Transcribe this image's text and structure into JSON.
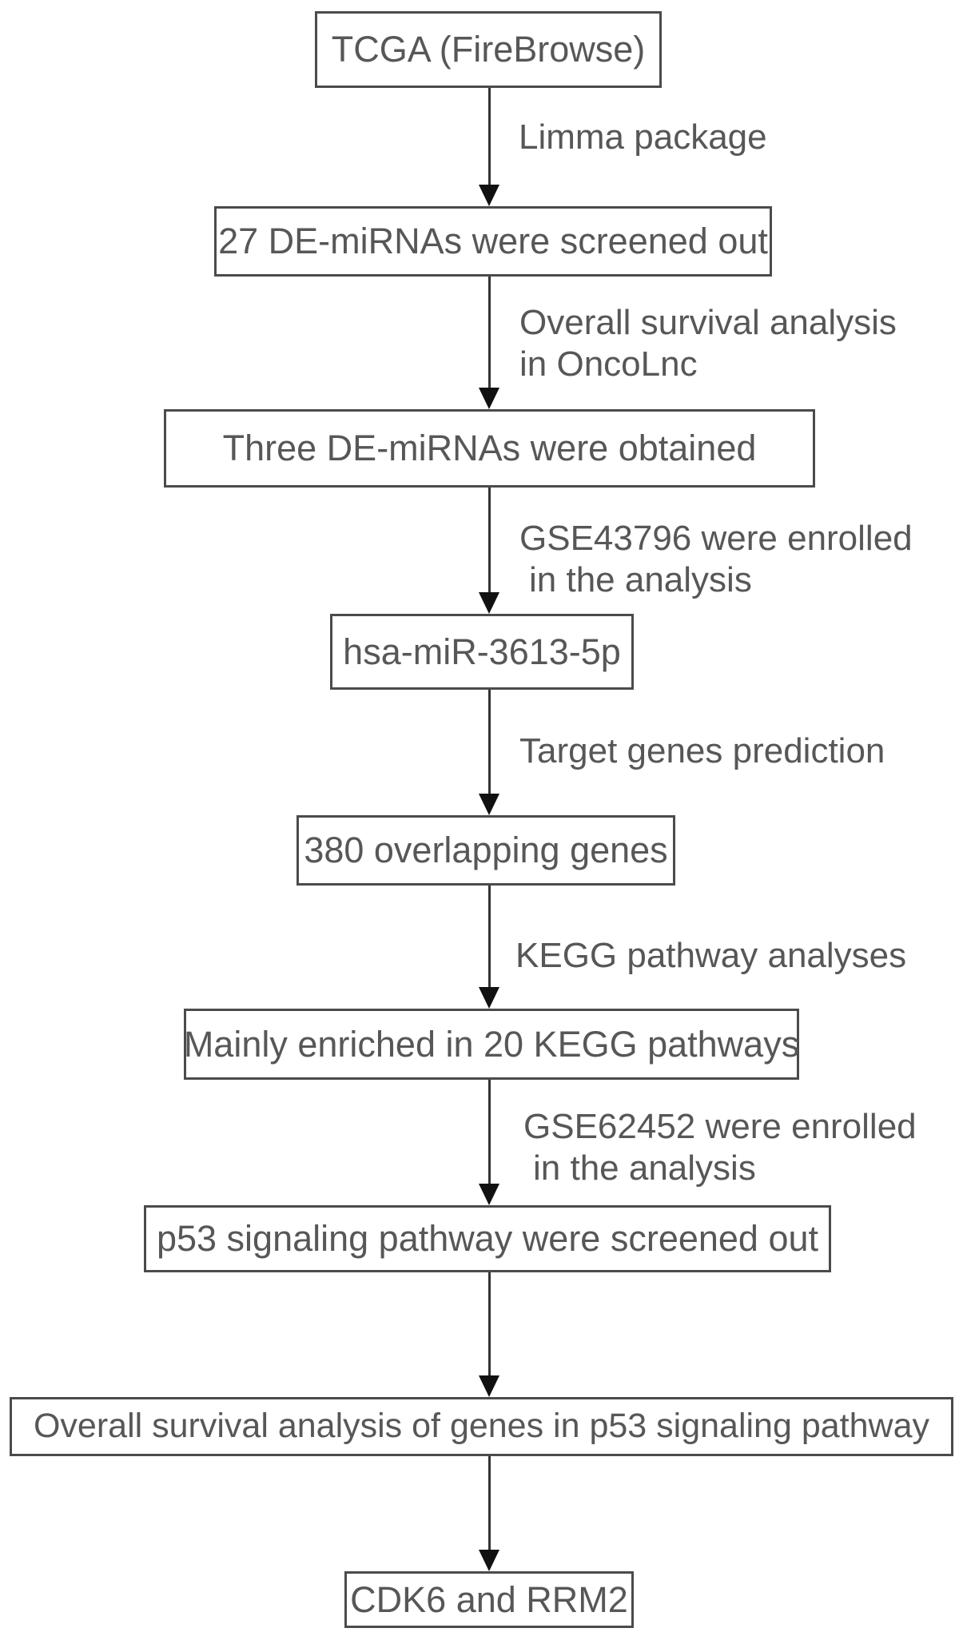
{
  "figure": {
    "type": "flowchart",
    "description": "Study workflow from TCGA miRNA screening to hub genes CDK6 and RRM2"
  },
  "colors": {
    "background": "#ffffff",
    "box_border": "#4b4b4b",
    "text": "#575757",
    "arrow_line": "#333333",
    "arrow_head": "#111111"
  },
  "boxes": [
    {
      "id": "tcga",
      "text": "TCGA (FireBrowse)"
    },
    {
      "id": "de-mirnas-27",
      "text": "27 DE-miRNAs were screened out"
    },
    {
      "id": "de-mirnas-three",
      "text": "Three DE-miRNAs were obtained"
    },
    {
      "id": "hsa-mir-3613-5p",
      "text": "hsa-miR-3613-5p"
    },
    {
      "id": "overlapping-genes-380",
      "text": "380 overlapping genes"
    },
    {
      "id": "kegg-pathways-20",
      "text": "Mainly enriched in 20 KEGG pathways"
    },
    {
      "id": "p53-pathway-screened",
      "text": "p53 signaling pathway were screened out"
    },
    {
      "id": "os-analysis-p53-genes",
      "text": "Overall survival analysis of genes in p53 signaling pathway"
    },
    {
      "id": "cdk6-rrm2",
      "text": "CDK6 and RRM2"
    }
  ],
  "arrow_labels": [
    {
      "line1": "Limma package",
      "line2": ""
    },
    {
      "line1": "Overall survival analysis",
      "line2": "in OncoLnc"
    },
    {
      "line1": "GSE43796 were enrolled",
      "line2": "in the analysis"
    },
    {
      "line1": "Target genes prediction",
      "line2": ""
    },
    {
      "line1": "KEGG pathway analyses",
      "line2": ""
    },
    {
      "line1": "GSE62452 were enrolled",
      "line2": "in the analysis"
    }
  ],
  "edges": [
    {
      "from": "tcga",
      "to": "de-mirnas-27",
      "label": "Limma package"
    },
    {
      "from": "de-mirnas-27",
      "to": "de-mirnas-three",
      "label": "Overall survival analysis in OncoLnc"
    },
    {
      "from": "de-mirnas-three",
      "to": "hsa-mir-3613-5p",
      "label": "GSE43796 were enrolled in the analysis"
    },
    {
      "from": "hsa-mir-3613-5p",
      "to": "overlapping-genes-380",
      "label": "Target genes prediction"
    },
    {
      "from": "overlapping-genes-380",
      "to": "kegg-pathways-20",
      "label": "KEGG pathway analyses"
    },
    {
      "from": "kegg-pathways-20",
      "to": "p53-pathway-screened",
      "label": "GSE62452 were enrolled in the analysis"
    },
    {
      "from": "p53-pathway-screened",
      "to": "os-analysis-p53-genes",
      "label": ""
    },
    {
      "from": "os-analysis-p53-genes",
      "to": "cdk6-rrm2",
      "label": ""
    }
  ]
}
